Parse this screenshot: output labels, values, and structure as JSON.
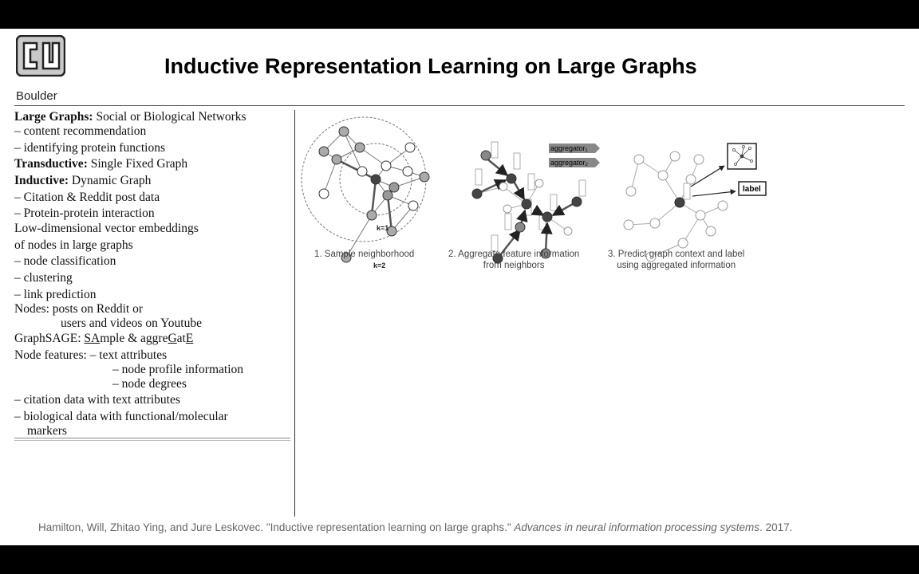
{
  "logo": {
    "text": "Boulder"
  },
  "title": "Inductive Representation Learning on Large Graphs",
  "left": {
    "line1_b": "Large Graphs:",
    "line1": " Social or Biological Networks",
    "line2": "– content recommendation",
    "line3": "– identifying protein functions",
    "line4_b": "Transductive:",
    "line4": " Single Fixed Graph",
    "line5_b": "Inductive:",
    "line5": " Dynamic Graph",
    "line6": "– Citation & Reddit post data",
    "line7": "– Protein-protein interaction",
    "line8": "Low-dimensional vector embeddings",
    "line9": "of nodes in large graphs",
    "line10": "– node classification",
    "line11": "– clustering",
    "line12": "– link prediction",
    "line13": "Nodes: posts on Reddit or",
    "line14": "users and videos on Youtube",
    "line15_a": "GraphSAGE: ",
    "line15_u1": "SA",
    "line15_b": "mple & aggre",
    "line15_u2": "G",
    "line15_c": "at",
    "line15_u3": "E",
    "line16": "Node features: – text attributes",
    "line17": "– node profile information",
    "line18": "– node degrees",
    "line19": "– citation data with text attributes",
    "line20": "– biological data with functional/molecular",
    "line21": "markers"
  },
  "figure": {
    "k1": "k=1",
    "k2": "k=2",
    "aggregator1": "aggregator₁",
    "aggregator2": "aggregator₂",
    "label": "label",
    "caption1": "1. Sample neighborhood",
    "caption2_l1": "2. Aggregate feature information",
    "caption2_l2": "from neighbors",
    "caption3_l1": "3. Predict graph context and label",
    "caption3_l2": "using aggregated information"
  },
  "citation": {
    "main": "Hamilton, Will, Zhitao Ying, and Jure Leskovec. \"Inductive representation learning on large graphs.\" ",
    "journal": "Advances in neural information processing systems",
    "year": ". 2017."
  }
}
